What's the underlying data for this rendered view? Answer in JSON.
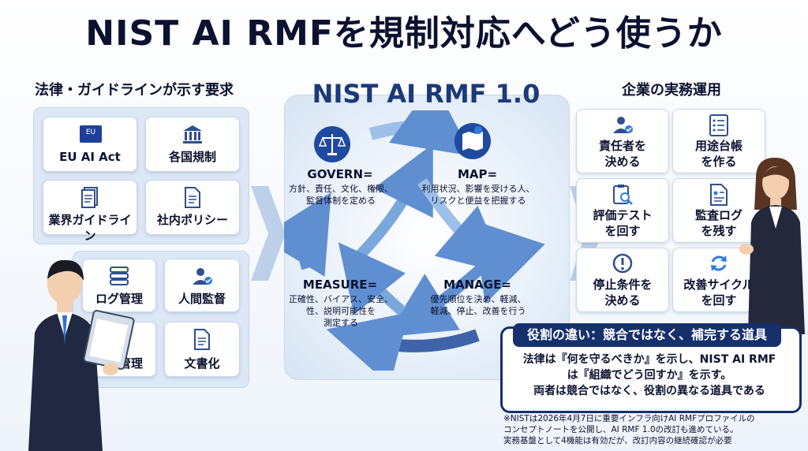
{
  "title": "NIST AI RMFを規制対応へどう使うか",
  "left": {
    "heading": "法律・ガイドラインが示す要求",
    "eu_badge": "EU",
    "cards_top": [
      "EU AI Act",
      "各国規制",
      "業界ガイドライン",
      "社内ポリシー"
    ],
    "cards_bottom": [
      "ログ管理",
      "人間監督",
      "管理",
      "文書化"
    ]
  },
  "center": {
    "title": "NIST AI RMF 1.0",
    "govern": {
      "name": "GOVERN=",
      "desc": [
        "方針、責任、文化、権限、",
        "監督体制を定める"
      ]
    },
    "map": {
      "name": "MAP=",
      "desc": [
        "利用状況、影響を受ける人、",
        "リスクと便益を把握する"
      ]
    },
    "measure": {
      "name": "MEASURE=",
      "desc": [
        "正確性、バイアス、安全、",
        "性、説明可能性を",
        "測定する"
      ]
    },
    "manage": {
      "name": "MANAGE=",
      "desc": [
        "優先順位を決め、軽減、",
        "軽減、停止、改善を行う"
      ]
    }
  },
  "right": {
    "heading": "企業の実務運用",
    "cards": [
      [
        "責任者を",
        "決める"
      ],
      [
        "用途台帳",
        "を作る"
      ],
      [
        "評価テスト",
        "を回す"
      ],
      [
        "監査ログ",
        "を残す"
      ],
      [
        "停止条件を",
        "決める"
      ],
      [
        "改善サイクル",
        "を回す"
      ]
    ]
  },
  "role": {
    "tag": "役割の違い：競合ではなく、補完する道具",
    "lines": [
      "法律は『何を守るべきか』を示し、NIST AI RMF",
      "は『組織でどう回すか』を示す。",
      "両者は競合ではなく、役割の異なる道具である"
    ]
  },
  "note": [
    "※NISTは2026年4月7日に重要インフラ向けAI RMFプロファイルの",
    "コンセプトノートを公開し、AI RMF 1.0の改訂も進めている。",
    "実務基盤として4機能は有効だが、改訂内容の継続確認が必要"
  ],
  "colors": {
    "navy": "#15306b",
    "accent": "#2f5fb0",
    "panel": "#dde8f6"
  }
}
